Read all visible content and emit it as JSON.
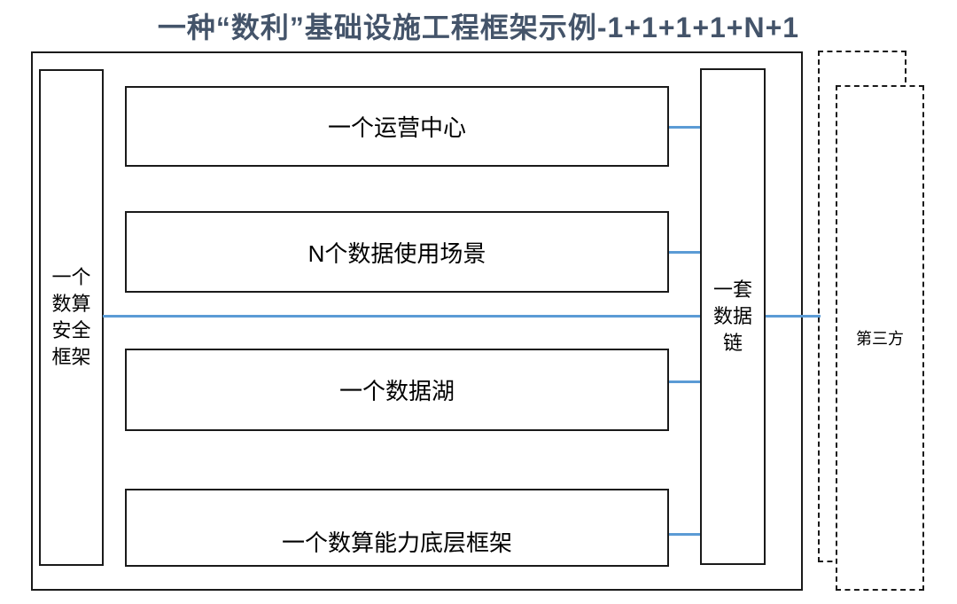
{
  "title": "一种“数利”基础设施工程框架示例-1+1+1+1+N+1",
  "diagram": {
    "security_frame": {
      "label": "一个\n数算\n安全\n框架"
    },
    "layers": [
      {
        "label": "一个运营中心"
      },
      {
        "label": "N个数据使用场景"
      },
      {
        "label": "一个数据湖"
      },
      {
        "label": "一个数算能力底层框架"
      }
    ],
    "data_chain": {
      "label": "一套\n数据\n链"
    },
    "third_party": {
      "label": "第三方"
    }
  },
  "colors": {
    "title": "#44546a",
    "connector": "#5b9bd5",
    "border": "#1a1a1a"
  }
}
